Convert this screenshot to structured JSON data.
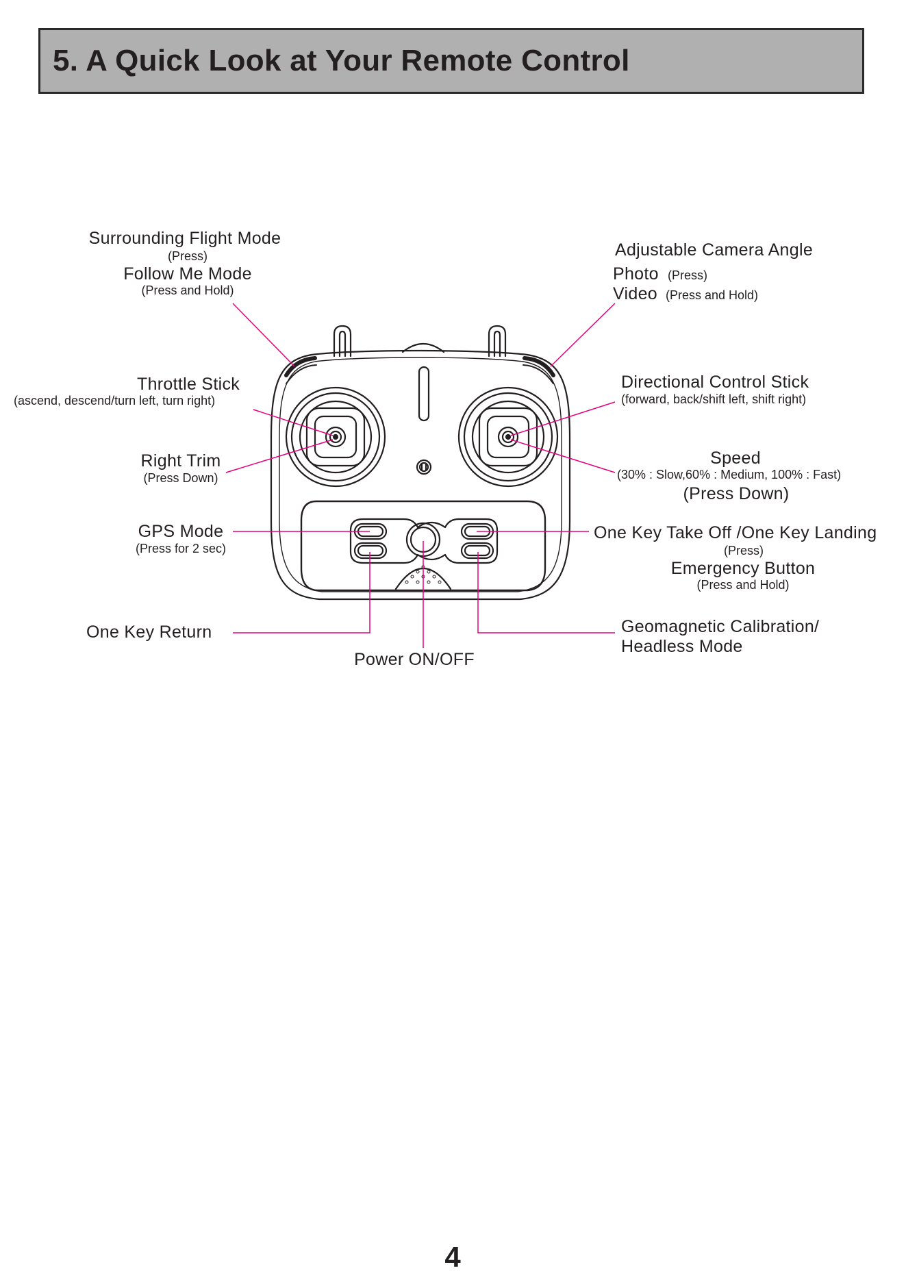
{
  "header": {
    "title": "5.  A Quick Look at Your Remote Control"
  },
  "labels": {
    "surrounding_flight_mode": "Surrounding Flight Mode",
    "surrounding_press": "(Press)",
    "follow_me_mode": "Follow Me  Mode",
    "follow_me_press_hold": "(Press  and Hold)",
    "throttle_stick": "Throttle Stick",
    "throttle_desc": "(ascend, descend/turn left, turn right)",
    "right_trim": "Right Trim",
    "right_trim_press": "(Press Down)",
    "gps_mode": "GPS Mode",
    "gps_press": "(Press for 2 sec)",
    "one_key_return": "One Key Return",
    "power_on_off": "Power ON/OFF",
    "adjustable_camera_angle": "Adjustable Camera Angle",
    "photo": "Photo",
    "photo_press": "(Press)",
    "video": "Video",
    "video_press_hold": "(Press  and Hold)",
    "directional_control_stick": "Directional Control Stick",
    "directional_desc": "(forward, back/shift left, shift right)",
    "speed": "Speed",
    "speed_desc": "(30% : Slow,60% : Medium, 100% : Fast)",
    "speed_press_down": "(Press Down)",
    "takeoff_landing": "One Key Take Off /One Key Landing",
    "takeoff_press": "(Press)",
    "emergency_button": "Emergency Button",
    "emergency_press_hold": "(Press  and Hold)",
    "geomagnetic_calibration": "Geomagnetic Calibration/",
    "headless_mode": "Headless Mode"
  },
  "colors": {
    "leader_line": "#e6007e",
    "outline": "#231f20",
    "header_bg": "#b0b0b0"
  },
  "page_number": "4"
}
